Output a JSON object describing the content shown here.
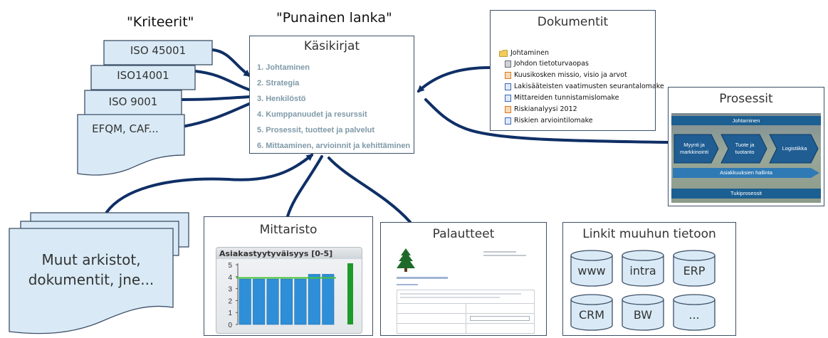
{
  "headings": {
    "kriteerit": "\"Kriteerit\"",
    "punainen_lanka": "\"Punainen lanka\""
  },
  "standards": [
    "ISO 45001",
    "ISO14001",
    "ISO 9001",
    "EFQM, CAF..."
  ],
  "kasikirjat": {
    "title": "Käsikirjat",
    "items": [
      "1. Johtaminen",
      "2. Strategia",
      "3. Henkilöstö",
      "4. Kumppanuudet ja resurssit",
      "5. Prosessit, tuotteet ja palvelut",
      "6. Mittaaminen, arvioinnit ja kehittäminen"
    ]
  },
  "dokumentit": {
    "title": "Dokumentit",
    "folder": "Johtaminen",
    "files": [
      {
        "name": "Johdon tietoturvaopas",
        "icon": "gray"
      },
      {
        "name": "Kuusikosken missio, visio ja arvot",
        "icon": "orange"
      },
      {
        "name": "Lakisääteisten vaatimusten seurantalomake",
        "icon": "blue"
      },
      {
        "name": "Mittareiden tunnistamislomake",
        "icon": "blue"
      },
      {
        "name": "Riskianalyysi 2012",
        "icon": "orange"
      },
      {
        "name": "Riskien arviointilomake",
        "icon": "blue"
      }
    ]
  },
  "prosessit": {
    "title": "Prosessit",
    "top": "Johtaminen",
    "steps": [
      "Myynti ja markkinointi",
      "Tuote ja tuotanto",
      "Logistiikka"
    ],
    "band": "Asiakkuuksien hallinta",
    "bottom": "Tukiprosessit"
  },
  "muut": {
    "line1": "Muut arkistot,",
    "line2": "dokumentit, jne..."
  },
  "mittaristo": {
    "title": "Mittaristo",
    "panel_title": "Asiakastyytyväisyys [0-5]",
    "chart_data": {
      "type": "bar",
      "title": "Asiakastyytyväisyys [0-5]",
      "y_ticks": [
        "5",
        "4",
        "3",
        "2",
        "1",
        "0"
      ],
      "ylim": [
        0,
        5
      ],
      "values": [
        3.8,
        3.8,
        3.8,
        3.8,
        3.8,
        4.2,
        4.2
      ],
      "target": 3.9,
      "colors": {
        "bar": "#2e8fd8",
        "bar_top": "#3aa0e8",
        "target": "#49c23a",
        "gauge": "#1e9a2a"
      }
    }
  },
  "palautteet": {
    "title": "Palautteet"
  },
  "linkit": {
    "title": "Linkit muuhun tietoon",
    "systems": [
      "www",
      "intra",
      "ERP",
      "CRM",
      "BW",
      "..."
    ]
  },
  "colors": {
    "box_fill": "#d9eaf6",
    "box_border": "#3d4f66",
    "connector": "#0f2f66",
    "item_text": "#7f9aa8"
  }
}
